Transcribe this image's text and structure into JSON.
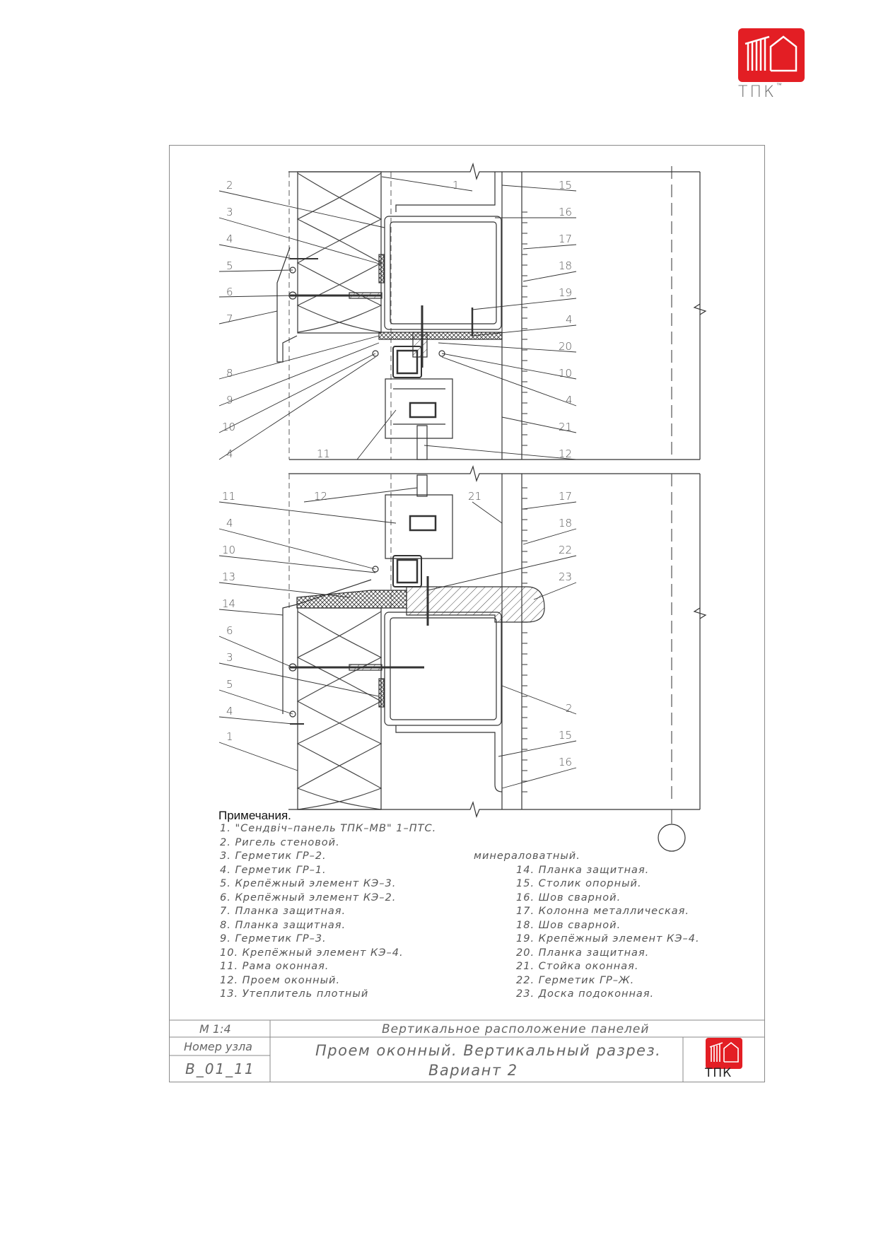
{
  "brand": {
    "logo_text": "ТПК",
    "tm": "™"
  },
  "callouts": {
    "left_top": [
      "2",
      "3",
      "4",
      "5",
      "6",
      "7",
      "8",
      "9",
      "10",
      "4"
    ],
    "top_center": [
      "1",
      "11"
    ],
    "right_top": [
      "15",
      "16",
      "17",
      "18",
      "19",
      "4",
      "20",
      "10",
      "4",
      "21",
      "12"
    ],
    "left_bottom": [
      "11",
      "4",
      "10",
      "13",
      "14",
      "6",
      "3",
      "5",
      "4",
      "1"
    ],
    "mid_bottom": [
      "12",
      "21"
    ],
    "right_bottom": [
      "17",
      "18",
      "22",
      "23",
      "2",
      "15",
      "16"
    ]
  },
  "notes": {
    "title": "Примечания.",
    "items_left": [
      "1.   \"Сендвіч–панель ТПК–МВ\" 1–ПТС.",
      "2.   Ригель стеновой.",
      "3.   Герметик ГР–2.",
      "4.   Герметик ГР–1.",
      "5.   Крепёжный элемент КЭ–3.",
      "6.   Крепёжный элемент КЭ–2.",
      "7.   Планка защитная.",
      "8.   Планка защитная.",
      "9.   Герметик ГР–3.",
      "10. Крепёжный элемент КЭ–4.",
      "11. Рама оконная.",
      "12. Проем оконный.",
      "13. Утеплитель плотный"
    ],
    "continuation": "минераловатный.",
    "items_right": [
      "14. Планка защитная.",
      "15. Столик опорный.",
      "16. Шов сварной.",
      "17. Колонна металлическая.",
      "18. Шов сварной.",
      "19. Крепёжный элемент КЭ–4.",
      "20. Планка защитная.",
      "21. Стойка оконная.",
      "22. Герметик ГР–Ж.",
      "23. Доска подоконная."
    ]
  },
  "title_block": {
    "scale": "М 1:4",
    "node_label": "Номер узла",
    "node_number": "В_01_11",
    "series": "Вертикальное расположение панелей",
    "title_line1": "Проем оконный. Вертикальный разрез.",
    "title_line2": "Вариант 2",
    "logo_text": "ТПК"
  }
}
